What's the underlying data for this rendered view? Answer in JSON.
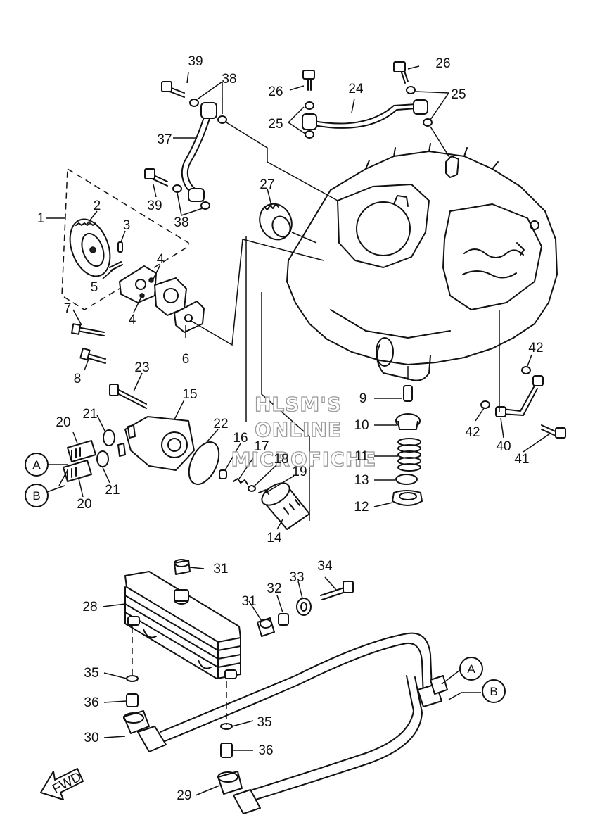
{
  "watermark": {
    "line1": "HLSM'S",
    "line2": "ONLINE",
    "line3": "MICROFICHE"
  },
  "references": {
    "a_left": "A",
    "b_left": "B",
    "a_right": "A",
    "b_right": "B"
  },
  "fwd_label": "FWD",
  "callouts": {
    "c1": "1",
    "c2": "2",
    "c3": "3",
    "c4a": "4",
    "c4b": "4",
    "c5": "5",
    "c6": "6",
    "c7": "7",
    "c8": "8",
    "c9": "9",
    "c10": "10",
    "c11": "11",
    "c12": "12",
    "c13": "13",
    "c14": "14",
    "c15": "15",
    "c16": "16",
    "c17": "17",
    "c18": "18",
    "c19": "19",
    "c20a": "20",
    "c20b": "20",
    "c21a": "21",
    "c21b": "21",
    "c22": "22",
    "c23": "23",
    "c24": "24",
    "c25a": "25",
    "c25b": "25",
    "c26a": "26",
    "c26b": "26",
    "c27": "27",
    "c28": "28",
    "c29": "29",
    "c30": "30",
    "c31a": "31",
    "c31b": "31",
    "c32": "32",
    "c33": "33",
    "c34": "34",
    "c35a": "35",
    "c35b": "35",
    "c36a": "36",
    "c36b": "36",
    "c37": "37",
    "c38a": "38",
    "c38b": "38",
    "c39a": "39",
    "c39b": "39",
    "c40": "40",
    "c41": "41",
    "c42a": "42",
    "c42b": "42"
  }
}
